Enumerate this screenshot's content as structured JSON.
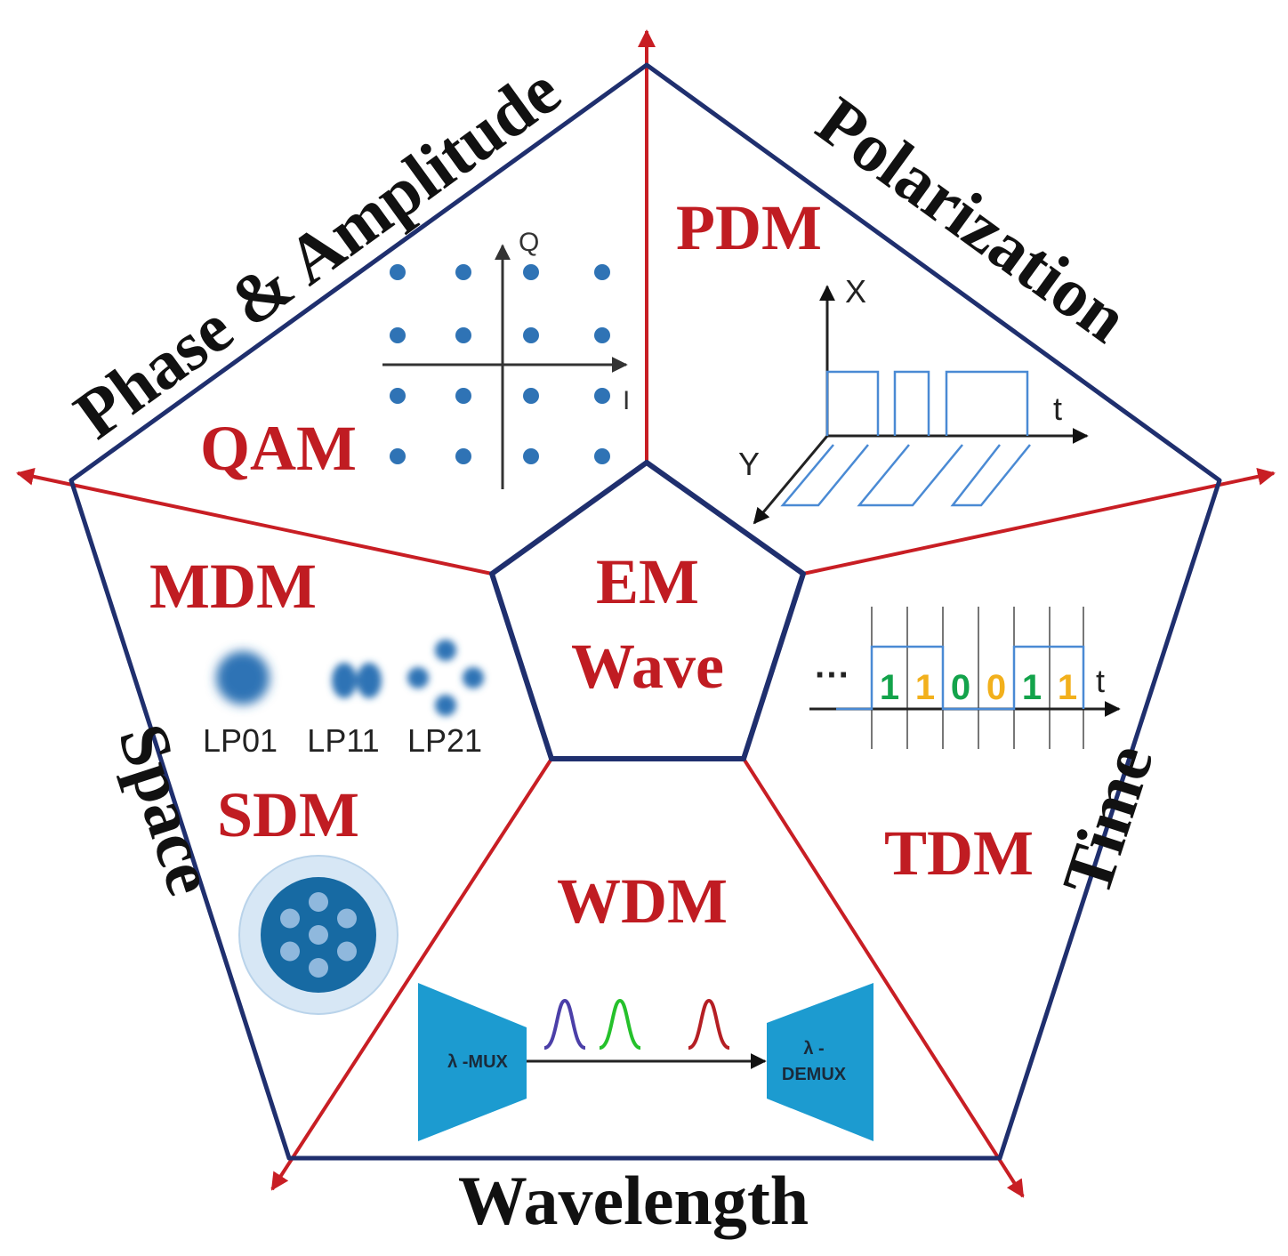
{
  "colors": {
    "navy": "#1f2f6e",
    "red": "#c81e24",
    "dark_red_text": "#c01c22",
    "blue_dot": "#2f73b5",
    "light_blue": "#4a8ad4",
    "teal_box": "#1c9bd0",
    "green_bit": "#13a34b",
    "yellow_bit": "#f2b01c",
    "violet_peak": "#4b3fa8",
    "green_peak": "#25c12b",
    "red_peak": "#b51f24",
    "fiber_outer": "#d7e7f5",
    "fiber_core": "#176aa3",
    "fiber_sub": "#8fb8dd"
  },
  "dimensions": {
    "phase_amplitude": "Phase & Amplitude",
    "polarization": "Polarization",
    "time": "Time",
    "wavelength": "Wavelength",
    "space": "Space"
  },
  "center": {
    "line1": "EM",
    "line2": "Wave"
  },
  "multiplexing": {
    "qam": "QAM",
    "pdm": "PDM",
    "tdm": "TDM",
    "wdm": "WDM",
    "mdm": "MDM",
    "sdm": "SDM"
  },
  "qam_constellation": {
    "q_axis": "Q",
    "i_axis": "I"
  },
  "pdm_axes": {
    "x_axis": "X",
    "y_axis": "Y",
    "t_axis": "t"
  },
  "tdm_sequence": {
    "ellipsis": "···",
    "bits": [
      "1",
      "1",
      "0",
      "0",
      "1",
      "1"
    ],
    "bit_colors": [
      "green",
      "yellow",
      "green",
      "yellow",
      "green",
      "yellow"
    ],
    "t_axis": "t"
  },
  "modes": {
    "lp01": "LP01",
    "lp11": "LP11",
    "lp21": "LP21"
  },
  "wdm_devices": {
    "mux": "λ -MUX",
    "demux_line1": "λ -",
    "demux_line2": "DEMUX"
  }
}
